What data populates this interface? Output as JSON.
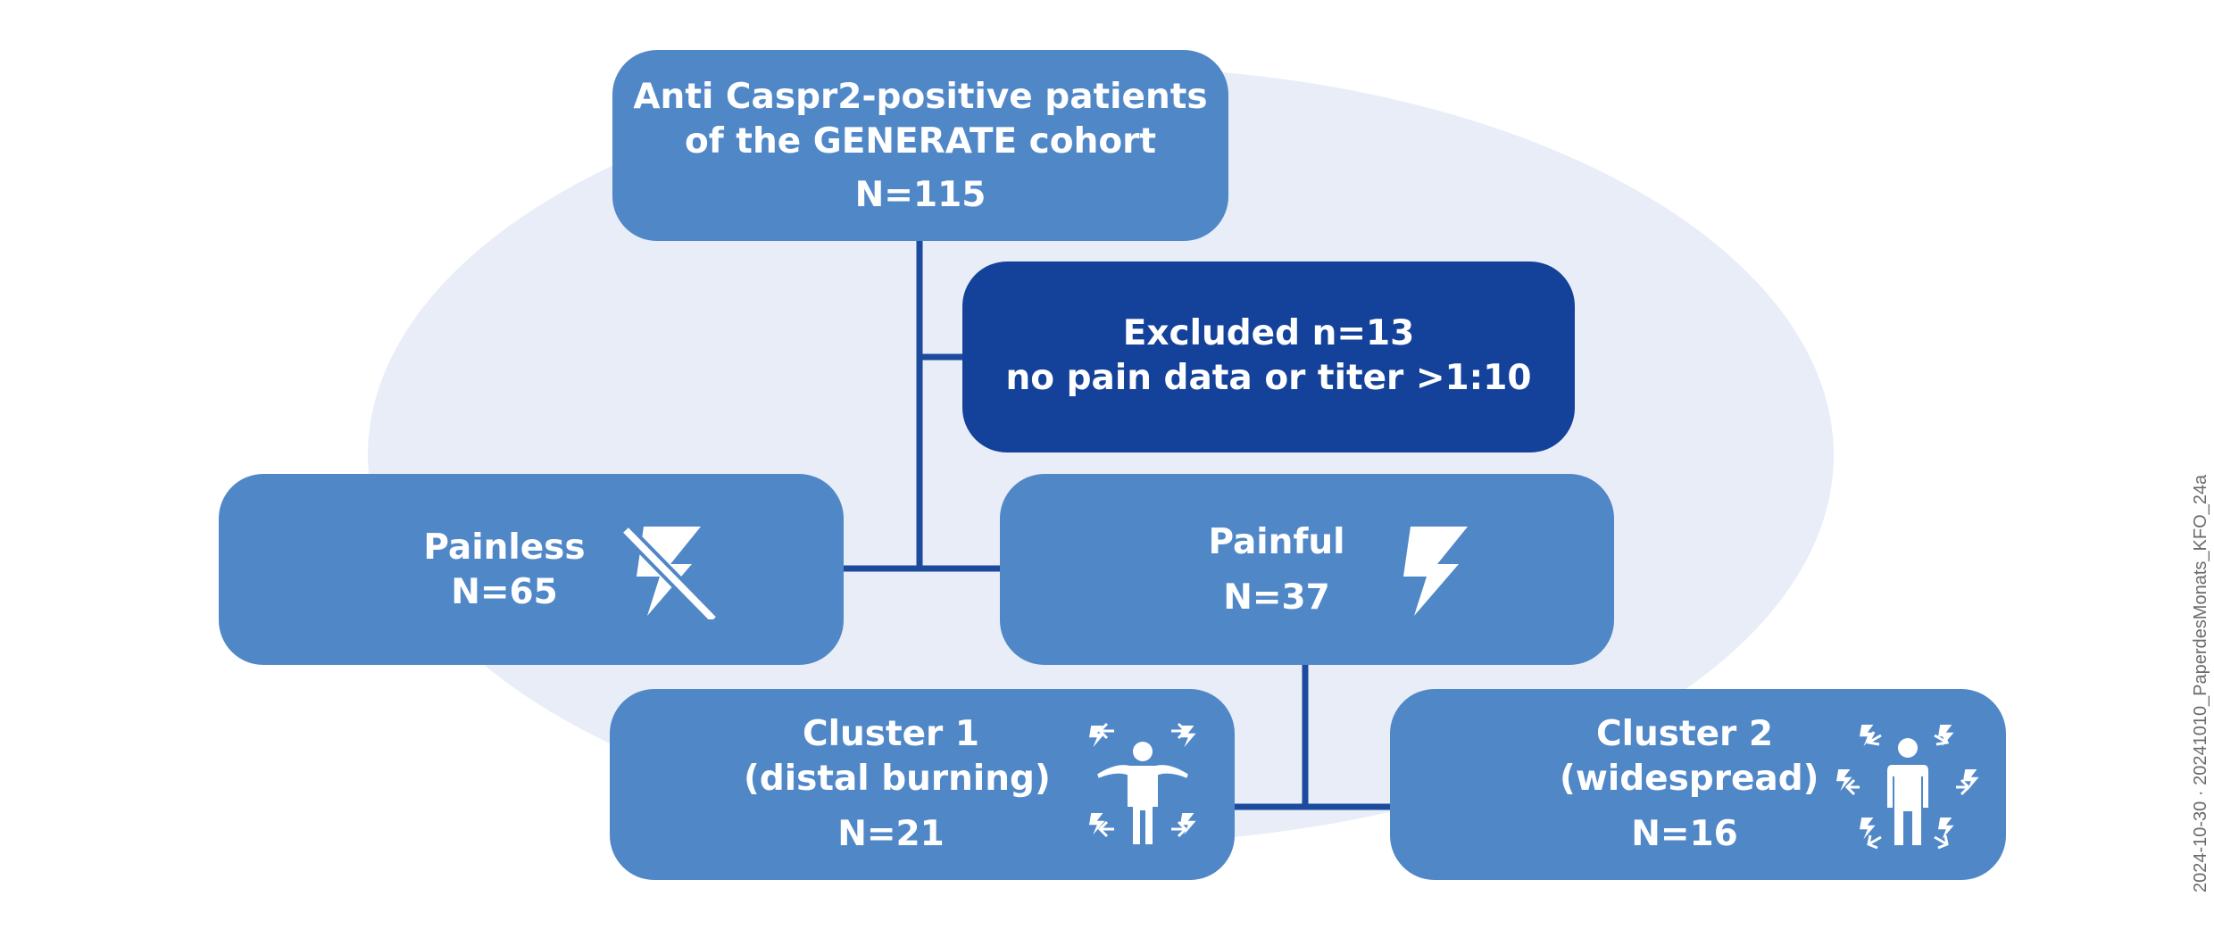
{
  "colors": {
    "box_fill": "#5087c7",
    "box_dark_fill": "#14429a",
    "connector": "#1c4a9c",
    "background_ellipse": "#e9edf8",
    "text": "#ffffff"
  },
  "top_box": {
    "line1": "Anti Caspr2-positive patients",
    "line2": "of the GENERATE cohort",
    "count": "N=115"
  },
  "excluded_box": {
    "line1": "Excluded n=13",
    "line2": "no pain data or titer >1:10"
  },
  "painless_box": {
    "label": "Painless",
    "count": "N=65",
    "icon": "crossed-lightning-icon"
  },
  "painful_box": {
    "label": "Painful",
    "count": "N=37",
    "icon": "lightning-icon"
  },
  "cluster1_box": {
    "label": "Cluster 1",
    "sublabel": "(distal burning)",
    "count": "N=21",
    "icon": "person-distal-pain-icon"
  },
  "cluster2_box": {
    "label": "Cluster 2",
    "sublabel": "(widespread)",
    "count": "N=16",
    "icon": "person-widespread-pain-icon"
  },
  "side_stamp": "2024-10-30 · 20241010_PaperdesMonats_KFO_24a"
}
